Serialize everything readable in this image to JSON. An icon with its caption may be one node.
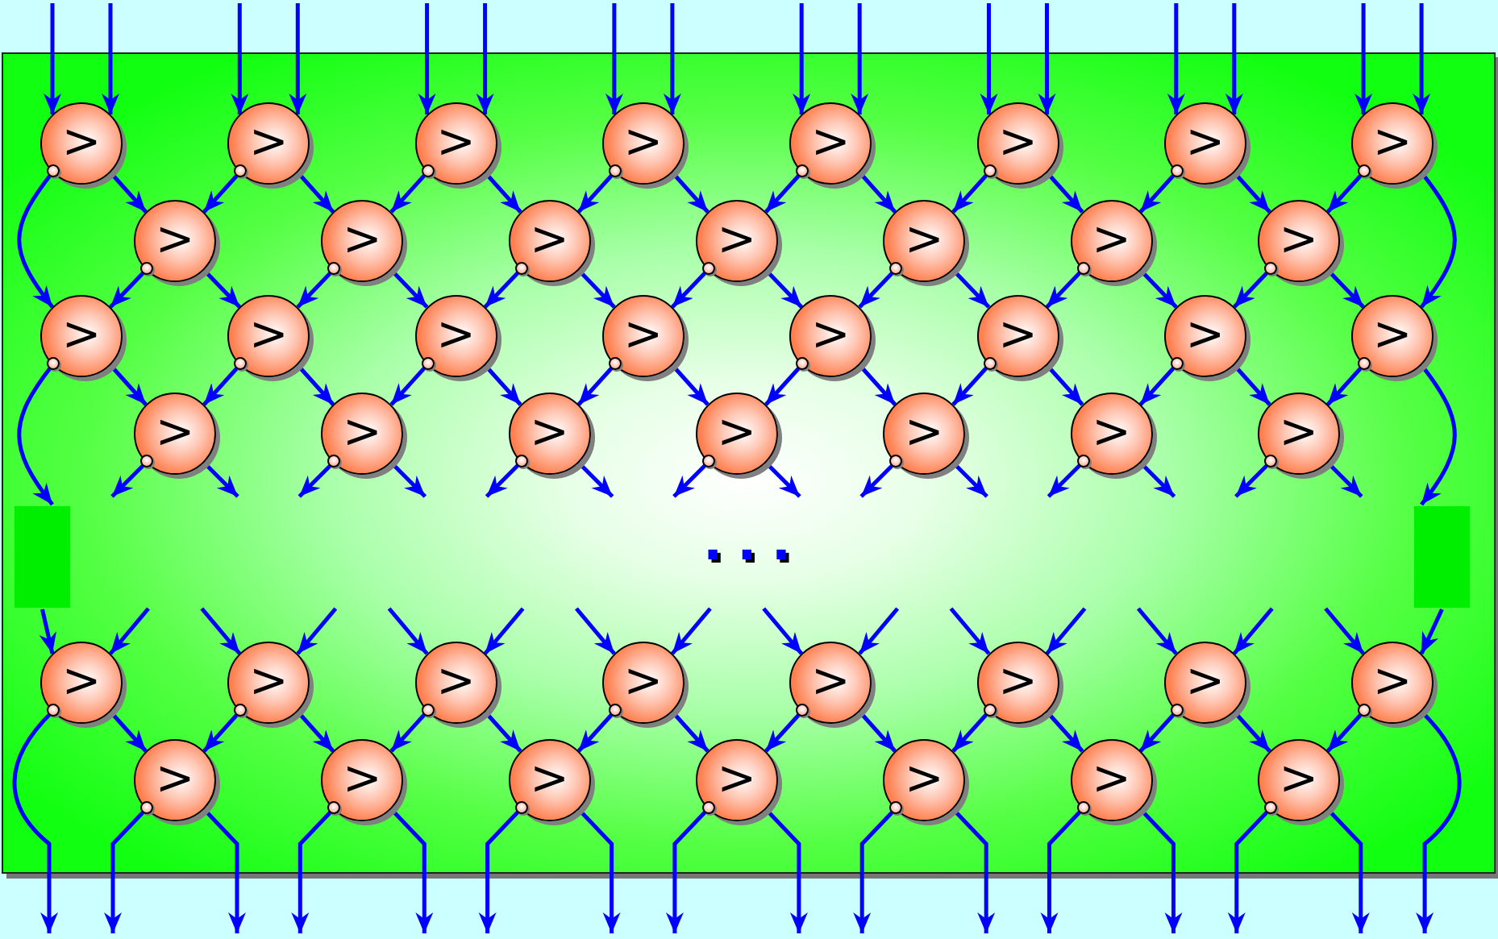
{
  "diagram": {
    "nodes": [
      {
        "text": [
          ">"
        ]
      },
      {
        "text": [
          ">"
        ]
      },
      {
        "text": [
          ">"
        ]
      },
      {
        "text": [
          ">"
        ]
      },
      {
        "text": [
          ">"
        ]
      },
      {
        "text": [
          ">"
        ]
      },
      {
        "text": [
          ">"
        ]
      },
      {
        "text": [
          ">"
        ]
      },
      {
        "text": [
          ">"
        ]
      },
      {
        "text": [
          ">"
        ]
      },
      {
        "text": [
          ">"
        ]
      },
      {
        "text": [
          ">"
        ]
      },
      {
        "text": [
          ">"
        ]
      },
      {
        "text": [
          ">"
        ]
      },
      {
        "text": [
          ">"
        ]
      },
      {
        "text": [
          ">"
        ]
      },
      {
        "text": [
          ">"
        ]
      },
      {
        "text": [
          ">"
        ]
      },
      {
        "text": [
          ">"
        ]
      },
      {
        "text": [
          ">"
        ]
      },
      {
        "text": [
          ">"
        ]
      },
      {
        "text": [
          ">"
        ]
      },
      {
        "text": [
          ">"
        ]
      },
      {
        "text": [
          ">"
        ]
      },
      {
        "text": [
          ">"
        ]
      },
      {
        "text": [
          ">"
        ]
      },
      {
        "text": [
          ">"
        ]
      },
      {
        "text": [
          ">"
        ]
      },
      {
        "text": [
          ">"
        ]
      },
      {
        "text": [
          ">"
        ]
      },
      {
        "text": [],
        "shape": "box"
      },
      {
        "text": [],
        "shape": "box"
      },
      {
        "text": [
          ">"
        ]
      },
      {
        "text": [
          ">"
        ]
      },
      {
        "text": [
          ">"
        ]
      },
      {
        "text": [
          ">"
        ]
      },
      {
        "text": [
          ">"
        ]
      },
      {
        "text": [
          ">"
        ]
      },
      {
        "text": [
          ">"
        ]
      },
      {
        "text": [
          ">"
        ]
      },
      {
        "text": [
          ">"
        ]
      },
      {
        "text": [
          ">"
        ]
      },
      {
        "text": [
          ">"
        ]
      },
      {
        "text": [
          ">"
        ]
      },
      {
        "text": [
          ">"
        ]
      },
      {
        "text": [
          ">"
        ]
      },
      {
        "text": [
          ">"
        ]
      }
    ],
    "edges": [
      {
        "from": null,
        "to": 0,
        "arrow": "to"
      },
      {
        "from": null,
        "to": 0,
        "arrow": "to"
      },
      {
        "from": null,
        "to": 1,
        "arrow": "to"
      },
      {
        "from": null,
        "to": 1,
        "arrow": "to"
      },
      {
        "from": null,
        "to": 2,
        "arrow": "to"
      },
      {
        "from": null,
        "to": 2,
        "arrow": "to"
      },
      {
        "from": null,
        "to": 3,
        "arrow": "to"
      },
      {
        "from": null,
        "to": 3,
        "arrow": "to"
      },
      {
        "from": null,
        "to": 4,
        "arrow": "to"
      },
      {
        "from": null,
        "to": 4,
        "arrow": "to"
      },
      {
        "from": null,
        "to": 5,
        "arrow": "to"
      },
      {
        "from": null,
        "to": 5,
        "arrow": "to"
      },
      {
        "from": null,
        "to": 6,
        "arrow": "to"
      },
      {
        "from": null,
        "to": 6,
        "arrow": "to"
      },
      {
        "from": null,
        "to": 7,
        "arrow": "to"
      },
      {
        "from": null,
        "to": 7,
        "arrow": "to"
      },
      {
        "from": 0,
        "to": 15,
        "arrow": "to"
      },
      {
        "from": 0,
        "to": 8,
        "arrow": "to"
      },
      {
        "from": 1,
        "to": 8,
        "arrow": "to"
      },
      {
        "from": 1,
        "to": 9,
        "arrow": "to"
      },
      {
        "from": 2,
        "to": 9,
        "arrow": "to"
      },
      {
        "from": 2,
        "to": 10,
        "arrow": "to"
      },
      {
        "from": 3,
        "to": 10,
        "arrow": "to"
      },
      {
        "from": 3,
        "to": 11,
        "arrow": "to"
      },
      {
        "from": 4,
        "to": 11,
        "arrow": "to"
      },
      {
        "from": 4,
        "to": 12,
        "arrow": "to"
      },
      {
        "from": 5,
        "to": 12,
        "arrow": "to"
      },
      {
        "from": 5,
        "to": 13,
        "arrow": "to"
      },
      {
        "from": 6,
        "to": 13,
        "arrow": "to"
      },
      {
        "from": 6,
        "to": 14,
        "arrow": "to"
      },
      {
        "from": 7,
        "to": 14,
        "arrow": "to"
      },
      {
        "from": 7,
        "to": 22,
        "arrow": "to"
      },
      {
        "from": 8,
        "to": 15,
        "arrow": "to"
      },
      {
        "from": 8,
        "to": 16,
        "arrow": "to"
      },
      {
        "from": 9,
        "to": 16,
        "arrow": "to"
      },
      {
        "from": 9,
        "to": 17,
        "arrow": "to"
      },
      {
        "from": 10,
        "to": 17,
        "arrow": "to"
      },
      {
        "from": 10,
        "to": 18,
        "arrow": "to"
      },
      {
        "from": 11,
        "to": 18,
        "arrow": "to"
      },
      {
        "from": 11,
        "to": 19,
        "arrow": "to"
      },
      {
        "from": 12,
        "to": 19,
        "arrow": "to"
      },
      {
        "from": 12,
        "to": 20,
        "arrow": "to"
      },
      {
        "from": 13,
        "to": 20,
        "arrow": "to"
      },
      {
        "from": 13,
        "to": 21,
        "arrow": "to"
      },
      {
        "from": 14,
        "to": 21,
        "arrow": "to"
      },
      {
        "from": 14,
        "to": 22,
        "arrow": "to"
      },
      {
        "from": 15,
        "to": 30,
        "arrow": "to"
      },
      {
        "from": 15,
        "to": 23,
        "arrow": "to"
      },
      {
        "from": 16,
        "to": 23,
        "arrow": "to"
      },
      {
        "from": 16,
        "to": 24,
        "arrow": "to"
      },
      {
        "from": 17,
        "to": 24,
        "arrow": "to"
      },
      {
        "from": 17,
        "to": 25,
        "arrow": "to"
      },
      {
        "from": 18,
        "to": 25,
        "arrow": "to"
      },
      {
        "from": 18,
        "to": 26,
        "arrow": "to"
      },
      {
        "from": 19,
        "to": 26,
        "arrow": "to"
      },
      {
        "from": 19,
        "to": 27,
        "arrow": "to"
      },
      {
        "from": 20,
        "to": 27,
        "arrow": "to"
      },
      {
        "from": 20,
        "to": 28,
        "arrow": "to"
      },
      {
        "from": 21,
        "to": 28,
        "arrow": "to"
      },
      {
        "from": 21,
        "to": 29,
        "arrow": "to"
      },
      {
        "from": 22,
        "to": 29,
        "arrow": "to"
      },
      {
        "from": 22,
        "to": 31,
        "arrow": "to"
      },
      {
        "from": 23,
        "to": null,
        "arrow": "to"
      },
      {
        "from": 23,
        "to": null,
        "arrow": "to"
      },
      {
        "from": 24,
        "to": null,
        "arrow": "to"
      },
      {
        "from": 24,
        "to": null,
        "arrow": "to"
      },
      {
        "from": 25,
        "to": null,
        "arrow": "to"
      },
      {
        "from": 25,
        "to": null,
        "arrow": "to"
      },
      {
        "from": 26,
        "to": null,
        "arrow": "to"
      },
      {
        "from": 26,
        "to": null,
        "arrow": "to"
      },
      {
        "from": 27,
        "to": null,
        "arrow": "to"
      },
      {
        "from": 27,
        "to": null,
        "arrow": "to"
      },
      {
        "from": 28,
        "to": null,
        "arrow": "to"
      },
      {
        "from": 28,
        "to": null,
        "arrow": "to"
      },
      {
        "from": 29,
        "to": null,
        "arrow": "to"
      },
      {
        "from": 29,
        "to": null,
        "arrow": "to"
      },
      {
        "from": 30,
        "to": 32,
        "arrow": "to"
      },
      {
        "from": 31,
        "to": 39,
        "arrow": "to"
      },
      {
        "from": null,
        "to": 32,
        "arrow": "to"
      },
      {
        "from": null,
        "to": 33,
        "arrow": "to"
      },
      {
        "from": null,
        "to": 33,
        "arrow": "to"
      },
      {
        "from": null,
        "to": 34,
        "arrow": "to"
      },
      {
        "from": null,
        "to": 34,
        "arrow": "to"
      },
      {
        "from": null,
        "to": 35,
        "arrow": "to"
      },
      {
        "from": null,
        "to": 35,
        "arrow": "to"
      },
      {
        "from": null,
        "to": 36,
        "arrow": "to"
      },
      {
        "from": null,
        "to": 36,
        "arrow": "to"
      },
      {
        "from": null,
        "to": 37,
        "arrow": "to"
      },
      {
        "from": null,
        "to": 37,
        "arrow": "to"
      },
      {
        "from": null,
        "to": 38,
        "arrow": "to"
      },
      {
        "from": null,
        "to": 38,
        "arrow": "to"
      },
      {
        "from": null,
        "to": 39,
        "arrow": "to"
      },
      {
        "from": 32,
        "to": null,
        "arrow": "to"
      },
      {
        "from": 32,
        "to": 40,
        "arrow": "to"
      },
      {
        "from": 33,
        "to": 40,
        "arrow": "to"
      },
      {
        "from": 33,
        "to": 41,
        "arrow": "to"
      },
      {
        "from": 34,
        "to": 41,
        "arrow": "to"
      },
      {
        "from": 34,
        "to": 42,
        "arrow": "to"
      },
      {
        "from": 35,
        "to": 42,
        "arrow": "to"
      },
      {
        "from": 35,
        "to": 43,
        "arrow": "to"
      },
      {
        "from": 36,
        "to": 43,
        "arrow": "to"
      },
      {
        "from": 36,
        "to": 44,
        "arrow": "to"
      },
      {
        "from": 37,
        "to": 44,
        "arrow": "to"
      },
      {
        "from": 37,
        "to": 45,
        "arrow": "to"
      },
      {
        "from": 38,
        "to": 45,
        "arrow": "to"
      },
      {
        "from": 38,
        "to": 46,
        "arrow": "to"
      },
      {
        "from": 39,
        "to": 46,
        "arrow": "to"
      },
      {
        "from": 39,
        "to": null,
        "arrow": "to"
      },
      {
        "from": 40,
        "to": null,
        "arrow": "to"
      },
      {
        "from": 40,
        "to": null,
        "arrow": "to"
      },
      {
        "from": 41,
        "to": null,
        "arrow": "to"
      },
      {
        "from": 41,
        "to": null,
        "arrow": "to"
      },
      {
        "from": 42,
        "to": null,
        "arrow": "to"
      },
      {
        "from": 42,
        "to": null,
        "arrow": "to"
      },
      {
        "from": 43,
        "to": null,
        "arrow": "to"
      },
      {
        "from": 43,
        "to": null,
        "arrow": "to"
      },
      {
        "from": 44,
        "to": null,
        "arrow": "to"
      },
      {
        "from": 44,
        "to": null,
        "arrow": "to"
      },
      {
        "from": 45,
        "to": null,
        "arrow": "to"
      },
      {
        "from": 45,
        "to": null,
        "arrow": "to"
      },
      {
        "from": 46,
        "to": null,
        "arrow": "to"
      },
      {
        "from": 46,
        "to": null,
        "arrow": "to"
      }
    ],
    "labels": [
      "..."
    ]
  }
}
